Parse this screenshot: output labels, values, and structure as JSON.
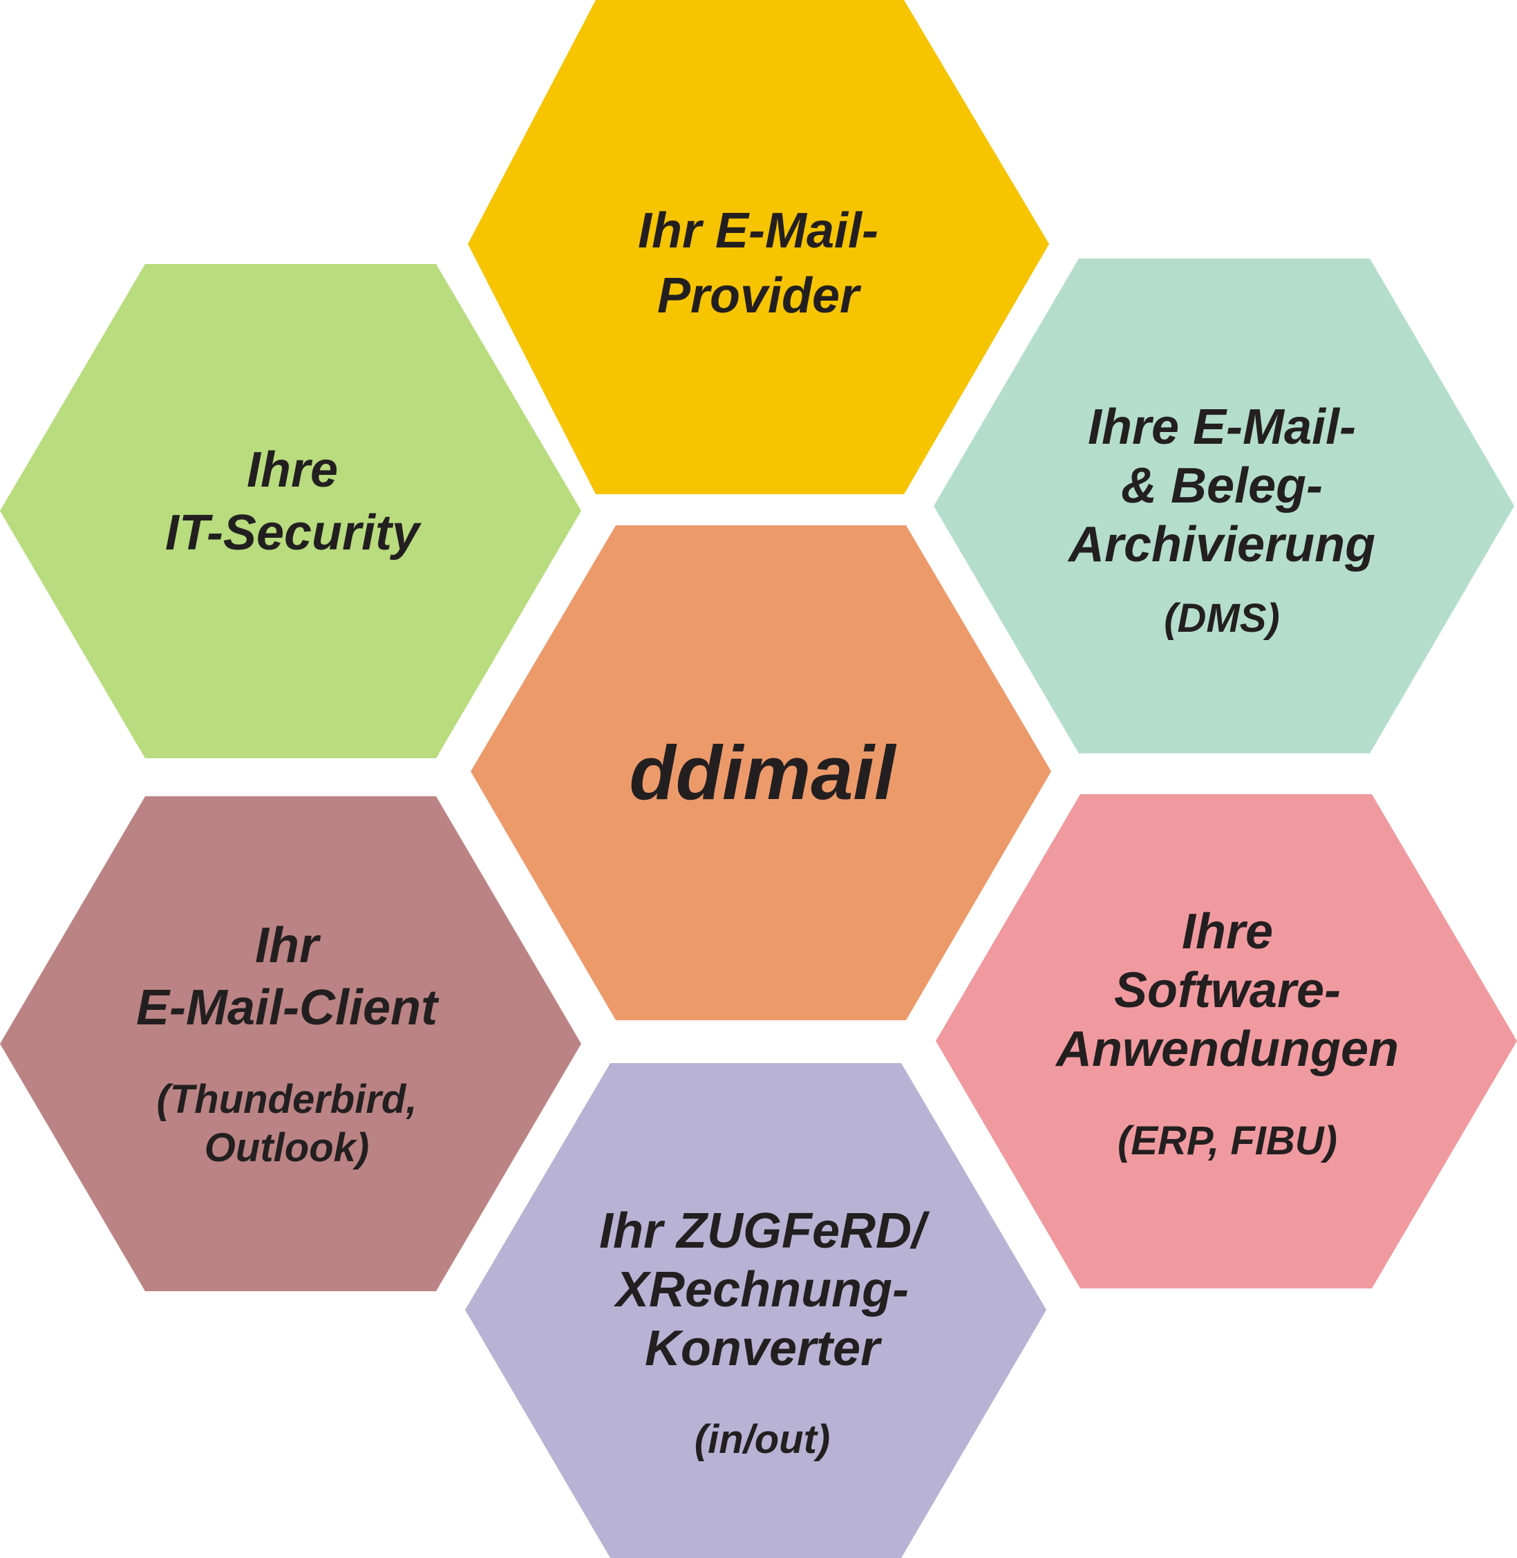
{
  "diagram": {
    "center": {
      "label": "ddimail",
      "color": "#ed9a6b"
    },
    "email_provider": {
      "lines": [
        "Ihr E-Mail-",
        "Provider"
      ],
      "color": "#f6c400"
    },
    "it_security": {
      "lines": [
        "Ihre",
        "IT-Security"
      ],
      "color": "#b8dc7e"
    },
    "archiving": {
      "lines": [
        "Ihre E-Mail-",
        "& Beleg-",
        "Archivierung"
      ],
      "note": "(DMS)",
      "color": "#b4decb"
    },
    "email_client": {
      "lines": [
        "Ihr",
        "E-Mail-Client"
      ],
      "note_lines": [
        "(Thunderbird,",
        "Outlook)"
      ],
      "color": "#bb8384"
    },
    "software": {
      "lines": [
        "Ihre",
        "Software-",
        "Anwendungen"
      ],
      "note": "(ERP, FIBU)",
      "color": "#f09a9f"
    },
    "converter": {
      "lines": [
        "Ihr ZUGFeRD/",
        "XRechnung-",
        "Konverter"
      ],
      "note": "(in/out)",
      "color": "#b8b2d4"
    }
  }
}
